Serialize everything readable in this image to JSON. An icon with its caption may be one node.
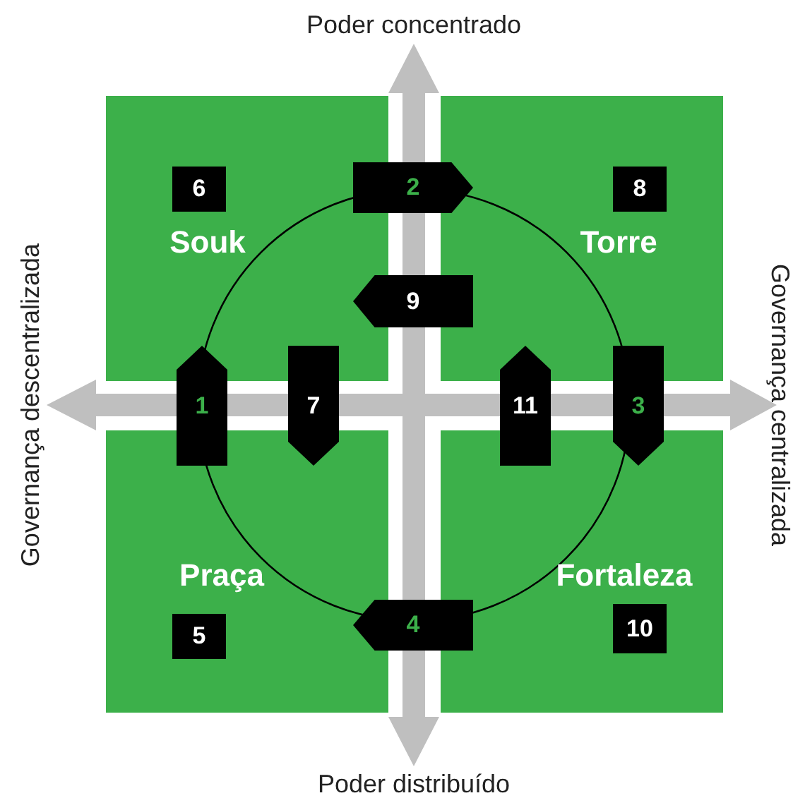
{
  "diagram": {
    "nodes": [
      {
        "text": [
          "Souk"
        ]
      },
      {
        "text": [
          "6"
        ],
        "in": 0
      },
      {
        "text": [
          "Torre"
        ]
      },
      {
        "text": [
          "8"
        ],
        "in": 2
      },
      {
        "text": [
          "2"
        ]
      },
      {
        "text": [
          "9"
        ]
      },
      {
        "text": [
          "1"
        ]
      },
      {
        "text": [
          "7"
        ]
      },
      {
        "text": [
          "11"
        ]
      },
      {
        "text": [
          "3"
        ]
      },
      {
        "text": [
          "Praça"
        ]
      },
      {
        "text": [
          "5"
        ],
        "in": 10
      },
      {
        "text": [
          "Fortaleza"
        ]
      },
      {
        "text": [
          "10"
        ],
        "in": 12
      },
      {
        "text": [
          "4"
        ]
      }
    ],
    "edges": [],
    "labels": [
      "Poder concentrado",
      "Governança descentralizada",
      "Governança centralizada",
      "Poder distribuído"
    ]
  }
}
